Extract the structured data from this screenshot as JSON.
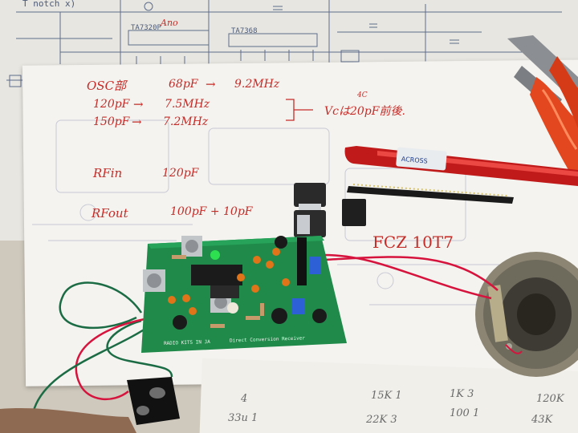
{
  "schematic": {
    "title": "T notch x)",
    "ic_left": "TA7320P",
    "ic_right": "TA7368",
    "scribble": "Ano"
  },
  "notes": {
    "osc_label": "OSC部",
    "osc_rows": [
      {
        "cap": "68pF",
        "arrow": "→",
        "freq": "9.2MHz"
      },
      {
        "cap": "120pF",
        "arrow": "→",
        "freq": "7.5MHz"
      },
      {
        "cap": "150pF",
        "arrow": "→",
        "freq": "7.2MHz"
      }
    ],
    "vc_note": "Vcは20pF前後.",
    "vc_superscript": "4C",
    "rf_in_label": "RFin",
    "rf_in_value": "120pF",
    "rf_out_label": "RFout",
    "rf_out_value": "100pF + 10pF",
    "coil_note": "FCZ 10T7"
  },
  "pencil_notes": [
    "15K  1",
    "1K  3",
    "120K",
    "100  1",
    "22K  3",
    "43K",
    "33u  1",
    "4"
  ],
  "board": {
    "silkscreen_left": "RADIO KITS IN JA",
    "silkscreen_right": "Direct Conversion Receiver"
  },
  "objects": {
    "pen_label": "ACROSS",
    "colors": {
      "pcb": "#1f8a4a",
      "pliers": "#e2471f",
      "pen": "#c01a1a",
      "ink": "#c52c28",
      "schematic": "#4c5b79"
    }
  }
}
